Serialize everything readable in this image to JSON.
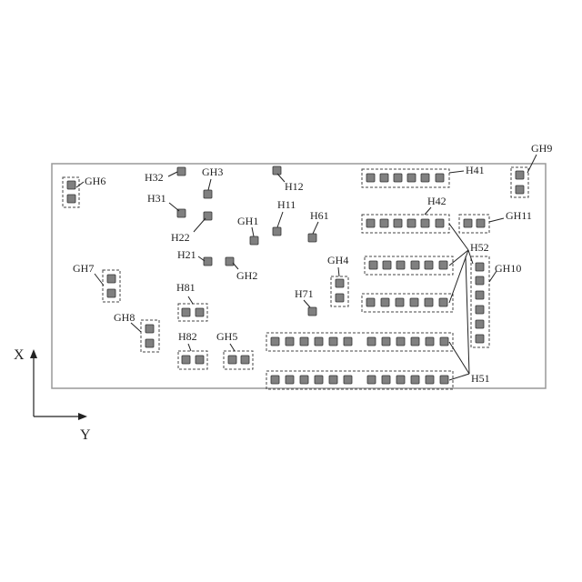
{
  "axes": {
    "x_label": "X",
    "y_label": "Y"
  },
  "labels": {
    "GH6": "GH6",
    "GH3": "GH3",
    "GH1": "GH1",
    "GH2": "GH2",
    "GH4": "GH4",
    "GH5": "GH5",
    "GH7": "GH7",
    "GH8": "GH8",
    "GH9": "GH9",
    "GH10": "GH10",
    "GH11": "GH11",
    "H32": "H32",
    "H31": "H31",
    "H22": "H22",
    "H21": "H21",
    "H12": "H12",
    "H11": "H11",
    "H61": "H61",
    "H71": "H71",
    "H81": "H81",
    "H82": "H82",
    "H41": "H41",
    "H42": "H42",
    "H52": "H52",
    "H51": "H51"
  }
}
